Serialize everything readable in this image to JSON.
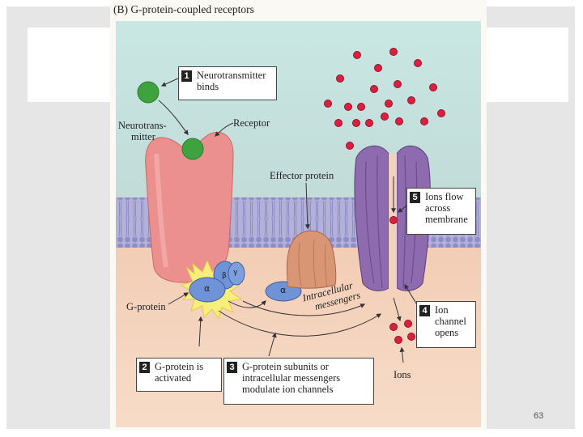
{
  "figure_title": "(B) G-protein-coupled receptors",
  "page_number": "63",
  "labels": {
    "neurotransmitter": [
      "Neurotrans-",
      "mitter"
    ],
    "receptor": "Receptor",
    "effector_protein": "Effector protein",
    "g_protein": "G-protein",
    "ions": "Ions",
    "alpha": "α",
    "beta": "β",
    "gamma": "γ",
    "intracellular_messengers": [
      "Intracellular",
      "messengers"
    ]
  },
  "steps": [
    {
      "number": "1",
      "lines": [
        "Neurotransmitter",
        "binds"
      ]
    },
    {
      "number": "2",
      "lines": [
        "G-protein is",
        "activated"
      ]
    },
    {
      "number": "3",
      "lines": [
        "G-protein subunits or",
        "intracellular messengers",
        "modulate ion channels"
      ]
    },
    {
      "number": "4",
      "lines": [
        "Ion",
        "channel",
        "opens"
      ]
    },
    {
      "number": "5",
      "lines": [
        "Ions flow",
        "across",
        "membrane"
      ]
    }
  ],
  "colors": {
    "receptor": "#ec8f8f",
    "neurotransmitter": "#3ea33e",
    "g_protein": "#6f93d6",
    "effector": "#d99675",
    "ion_channel": "#8e6aae",
    "ions": "#d8203f",
    "membrane": "#a7a4d2",
    "extracellular": "#c7e3e1",
    "intracellular": "#f2c9b0"
  }
}
